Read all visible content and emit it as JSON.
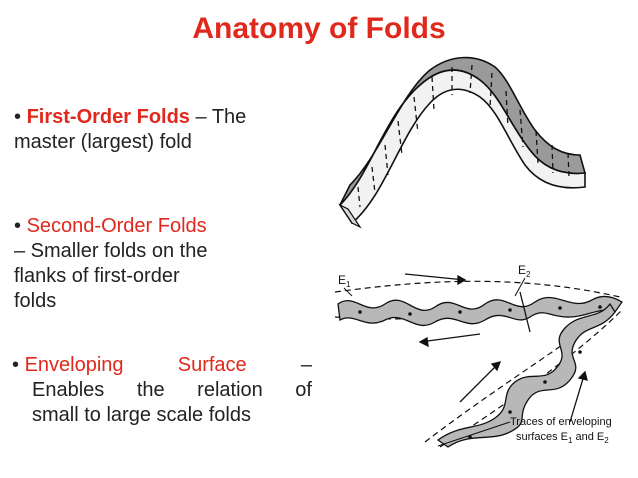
{
  "slide": {
    "title": "Anatomy of Folds",
    "accent_color": "#e0281c",
    "bullets": [
      {
        "term": "First-Order Folds",
        "dash": " – The",
        "line2": "master (largest) fold"
      },
      {
        "term": "Second-Order Folds",
        "lines": [
          "– Smaller folds on the",
          "flanks of first-order",
          "folds"
        ]
      },
      {
        "term_a": "Enveloping",
        "term_b": "Surface",
        "dash": "–",
        "line2_words": [
          "Enables",
          "the",
          "relation",
          "of"
        ],
        "line3": "small to large scale folds"
      }
    ]
  },
  "figure_lower": {
    "label_e1": "E",
    "label_e1_sub": "1",
    "label_e2": "E",
    "label_e2_sub": "2",
    "caption_line1": "Traces of enveloping",
    "caption_line2_a": "surfaces E",
    "caption_sub1": "1",
    "caption_line2_b": " and E",
    "caption_sub2": "2"
  }
}
